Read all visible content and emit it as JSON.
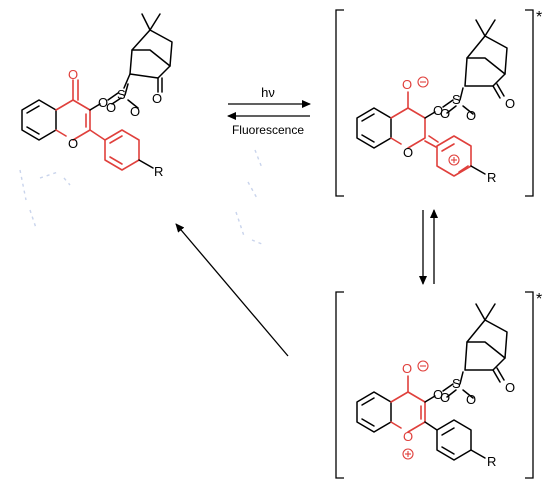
{
  "arrows": {
    "forward_label": "hν",
    "backward_label": "Fluorescence"
  },
  "atoms": {
    "carbonyl_o": "O",
    "ester_o": "O",
    "sulfur": "S",
    "sulfonyl_o": "O",
    "ring_o": "O",
    "ketone_o": "O",
    "substituent": "R"
  },
  "excited_marker": "*",
  "colors": {
    "highlight": "#e0403c",
    "ink": "#000000",
    "faint": "#c9d4ec"
  }
}
